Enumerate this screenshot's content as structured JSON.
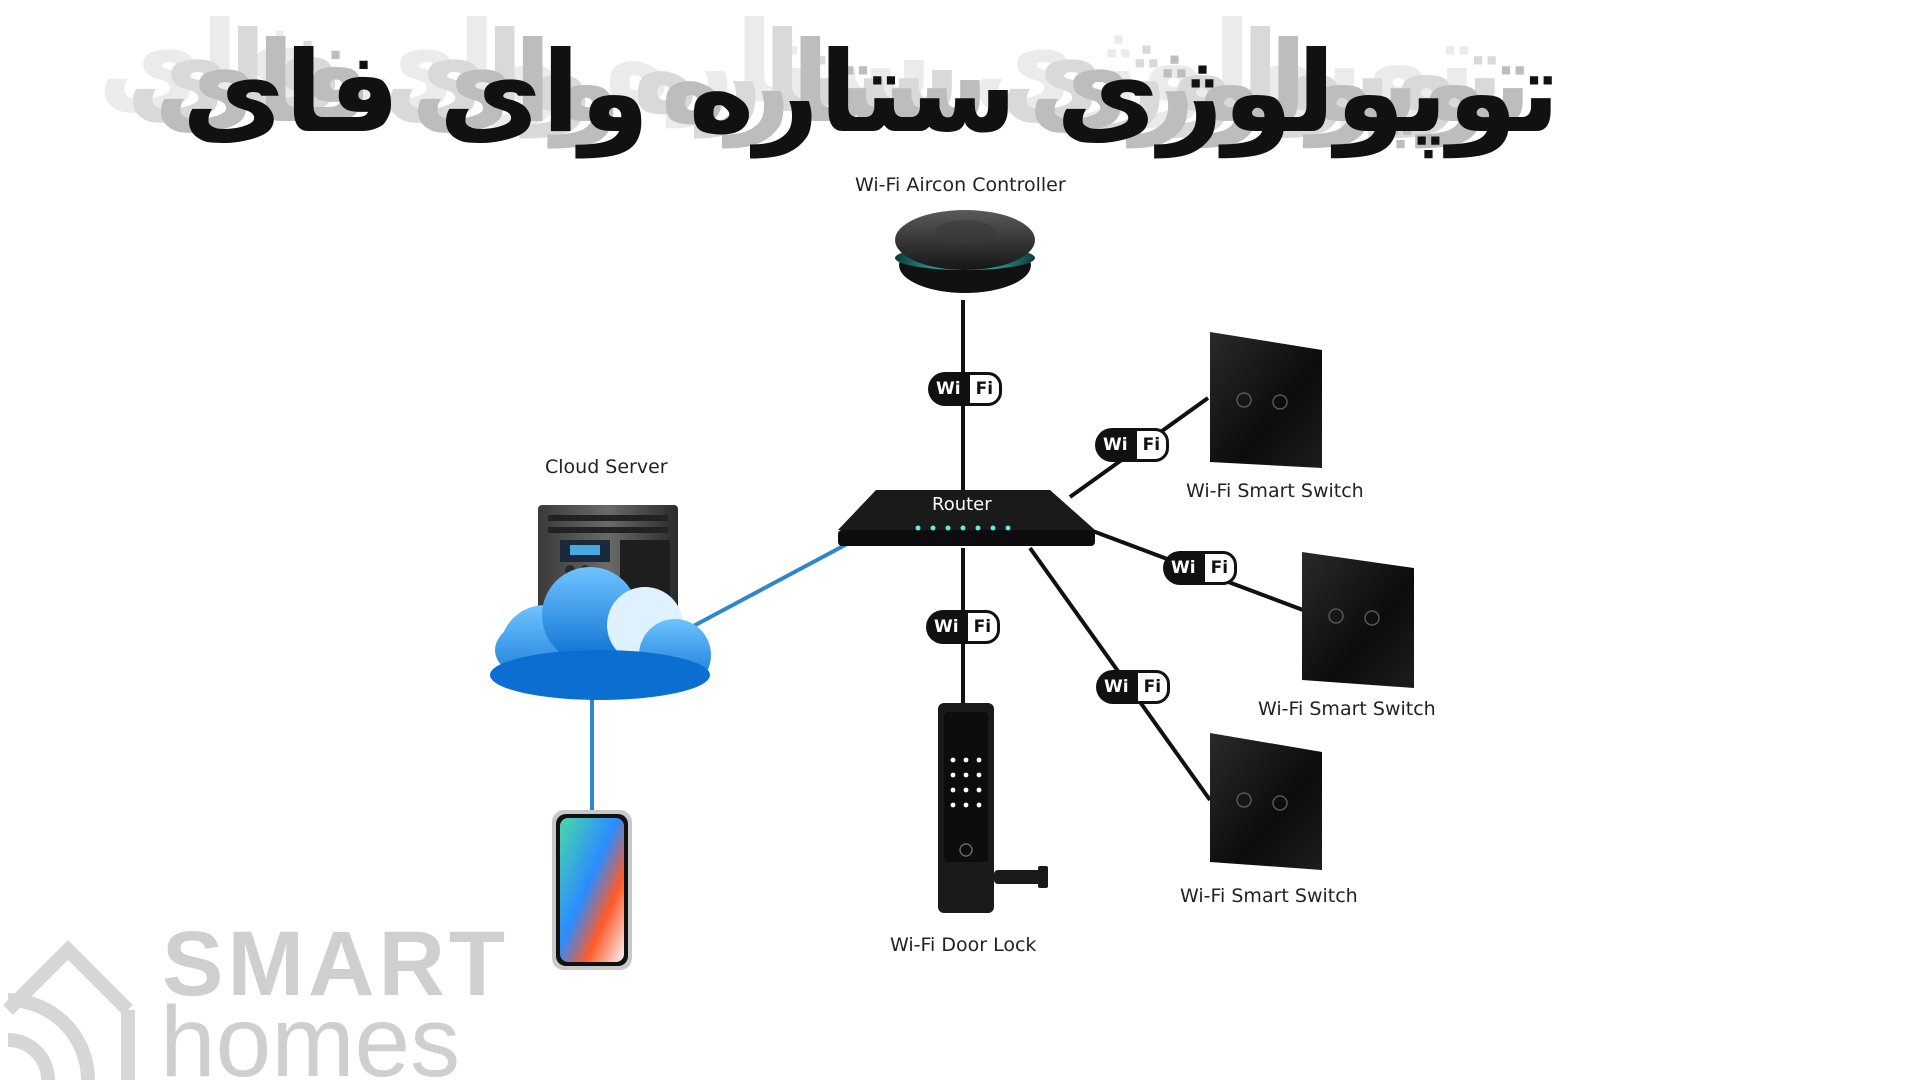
{
  "title": "توپولوژی ستاره وای فای",
  "nodes": {
    "aircon": "Wi-Fi Aircon Controller",
    "router": "Router",
    "cloud": "Cloud Server",
    "switch1": "Wi-Fi Smart Switch",
    "switch2": "Wi-Fi Smart Switch",
    "switch3": "Wi-Fi Smart Switch",
    "door_lock": "Wi-Fi Door Lock"
  },
  "wifi_badge": {
    "left": "Wi",
    "right": "Fi"
  },
  "watermark": {
    "line1": "SMART",
    "line2": "homes"
  },
  "colors": {
    "wired_link": "#2f86c8",
    "wireless_link": "#111111",
    "title": "#111111",
    "watermark": "#cfcfcf"
  },
  "icons": {
    "aircon": "aircon-controller-icon",
    "router": "router-icon",
    "cloud": "cloud-server-icon",
    "phone": "smartphone-icon",
    "switch": "smart-switch-icon",
    "lock": "door-lock-icon",
    "wifi": "wifi-badge-icon",
    "house": "house-wifi-icon"
  }
}
